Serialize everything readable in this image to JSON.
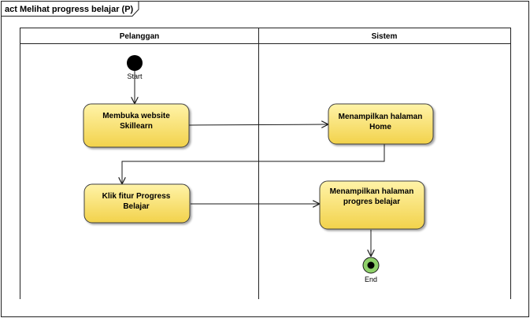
{
  "frame": {
    "title": "act Melihat progress belajar (P)"
  },
  "lanes": [
    {
      "id": "pelanggan",
      "title": "Pelanggan"
    },
    {
      "id": "sistem",
      "title": "Sistem"
    }
  ],
  "start": {
    "label": "Start"
  },
  "end": {
    "label": "End"
  },
  "actions": [
    {
      "id": "a1",
      "lines": [
        "Membuka website",
        "Skillearn"
      ]
    },
    {
      "id": "a2",
      "lines": [
        "Menampilkan halaman",
        "Home"
      ]
    },
    {
      "id": "a3",
      "lines": [
        "Klik fitur Progress",
        "Belajar"
      ]
    },
    {
      "id": "a4",
      "lines": [
        "Menampilkan halaman",
        "progres belajar"
      ]
    }
  ],
  "colors": {
    "action_fill_top": "#fff3a8",
    "action_fill_bottom": "#f2d24b",
    "action_stroke": "#404040",
    "end_ring": "#8fd16a",
    "line": "#1a1a1a"
  }
}
